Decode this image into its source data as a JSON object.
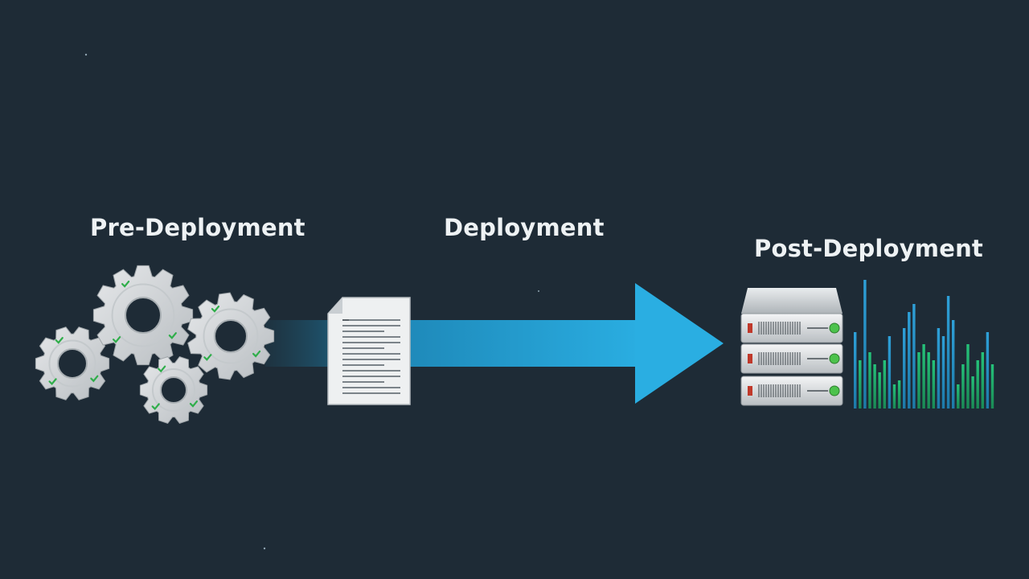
{
  "stages": {
    "pre": {
      "label": "Pre-Deployment",
      "icon": "gears-icon"
    },
    "deploy": {
      "label": "Deployment",
      "icon": "document-icon"
    },
    "post": {
      "label": "Post-Deployment",
      "icon": "server-rack-icon"
    }
  },
  "flow": {
    "icon": "arrow-right-icon"
  },
  "monitoring": {
    "icon": "bar-chart-icon"
  },
  "colors": {
    "background": "#1e2b36",
    "arrow": "#2aa8dc",
    "gear": "#d9dcde",
    "check": "#2fae4a",
    "bars_blue": "#2a9bd0",
    "bars_green": "#22b36a"
  }
}
